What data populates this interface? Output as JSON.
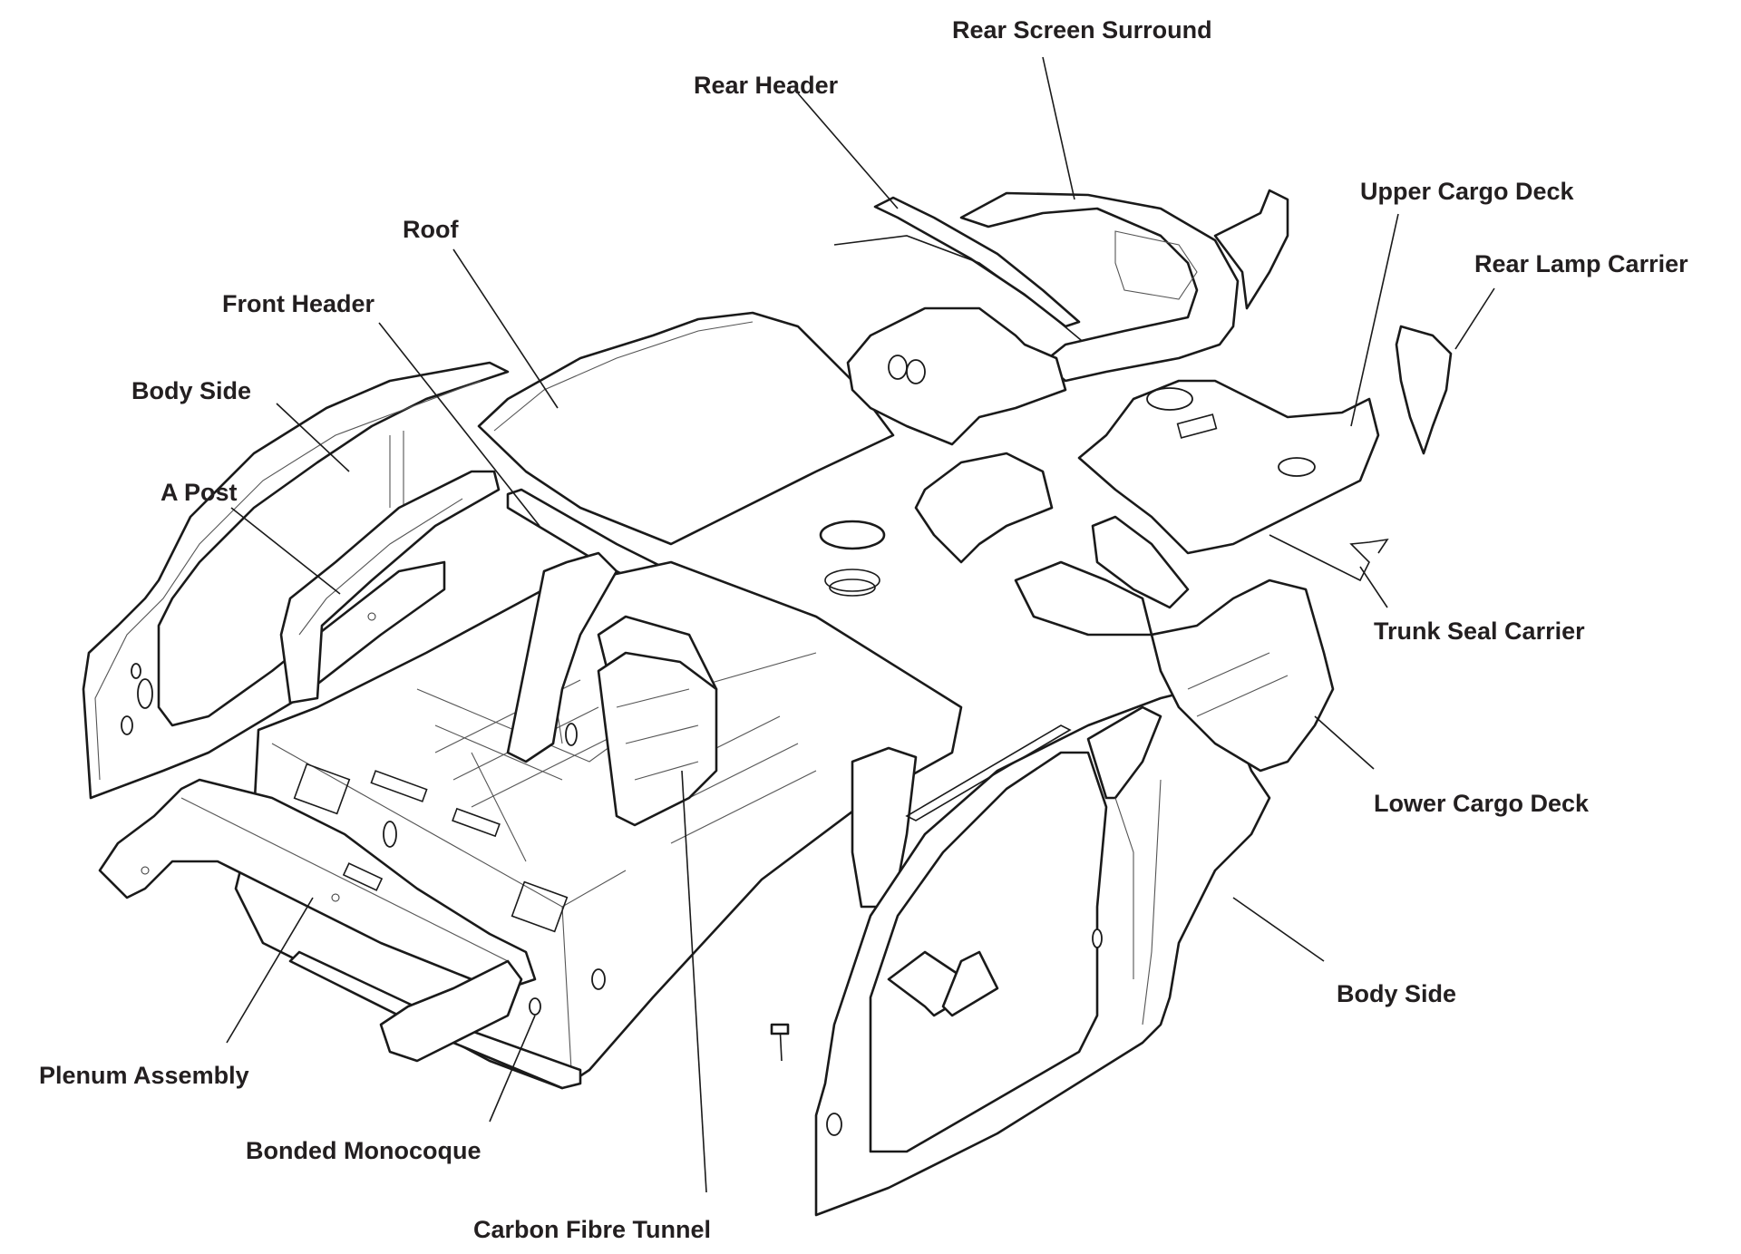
{
  "diagram": {
    "title": "Bonded body structure exploded view",
    "labels": {
      "rear_screen_surround": "Rear Screen Surround",
      "rear_header": "Rear Header",
      "upper_cargo_deck": "Upper Cargo Deck",
      "rear_lamp_carrier": "Rear Lamp Carrier",
      "roof": "Roof",
      "front_header": "Front Header",
      "body_side_left": "Body Side",
      "a_post": "A Post",
      "trunk_seal_carrier": "Trunk Seal Carrier",
      "lower_cargo_deck": "Lower Cargo Deck",
      "body_side_right": "Body Side",
      "plenum_assembly": "Plenum Assembly",
      "bonded_monocoque": "Bonded Monocoque",
      "carbon_fibre_tunnel": "Carbon Fibre Tunnel"
    }
  }
}
